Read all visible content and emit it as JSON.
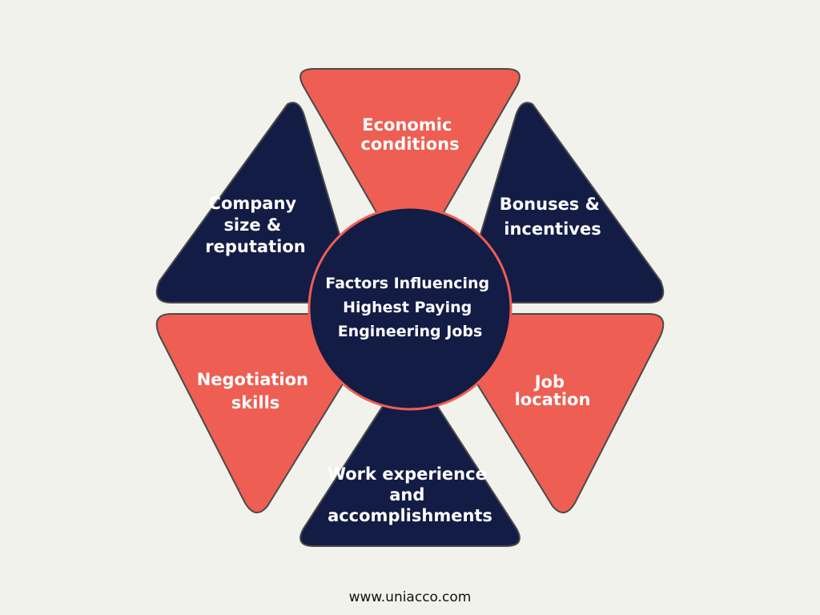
{
  "diagram": {
    "center": {
      "title_lines": [
        "Factors Influencing",
        "Highest Paying",
        "Engineering Jobs"
      ]
    },
    "segments": [
      {
        "lines": [
          "Economic",
          "conditions"
        ],
        "color": "#ee5e52"
      },
      {
        "lines": [
          "Bonuses &",
          "incentives"
        ],
        "color": "#131c45"
      },
      {
        "lines": [
          "Job",
          "location"
        ],
        "color": "#ee5e52"
      },
      {
        "lines": [
          "Work experience",
          "and",
          "accomplishments"
        ],
        "color": "#131c45"
      },
      {
        "lines": [
          "Negotiation",
          "skills"
        ],
        "color": "#ee5e52"
      },
      {
        "lines": [
          "Company",
          "size &",
          "reputation"
        ],
        "color": "#131c45"
      }
    ],
    "center_color": "#131c45",
    "ring_color": "#ee5e52"
  },
  "footer": {
    "url": "www.uniacco.com"
  }
}
